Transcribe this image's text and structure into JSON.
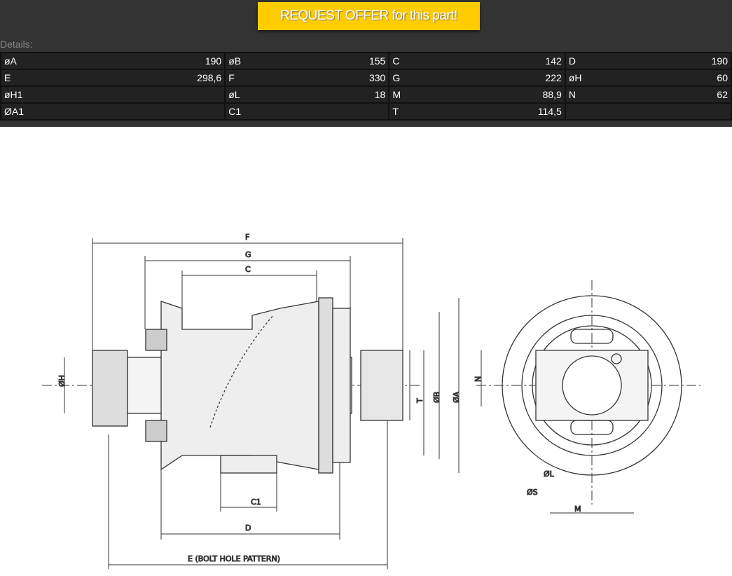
{
  "request_button": "REQUEST OFFER for this part!",
  "details_label": "Details:",
  "rows": [
    [
      [
        "øA",
        "190"
      ],
      [
        "øB",
        "155"
      ],
      [
        "C",
        "142"
      ],
      [
        "D",
        "190"
      ]
    ],
    [
      [
        "E",
        "298,6"
      ],
      [
        "F",
        "330"
      ],
      [
        "G",
        "222"
      ],
      [
        "øH",
        "60"
      ]
    ],
    [
      [
        "øH1",
        ""
      ],
      [
        "øL",
        "18"
      ],
      [
        "M",
        "88,9"
      ],
      [
        "N",
        "62"
      ]
    ],
    [
      [
        "ØA1",
        ""
      ],
      [
        "C1",
        ""
      ],
      [
        "T",
        "114,5"
      ],
      [
        "",
        ""
      ]
    ]
  ],
  "drawing": {
    "F": "F",
    "G": "G",
    "C": "C",
    "H": "ØH",
    "N": "N",
    "T": "T",
    "B": "ØB",
    "A": "ØA",
    "L": "ØL",
    "S": "ØS",
    "M": "M",
    "C1": "C1",
    "D": "D",
    "E": "E (BOLT HOLE PATTERN)"
  }
}
